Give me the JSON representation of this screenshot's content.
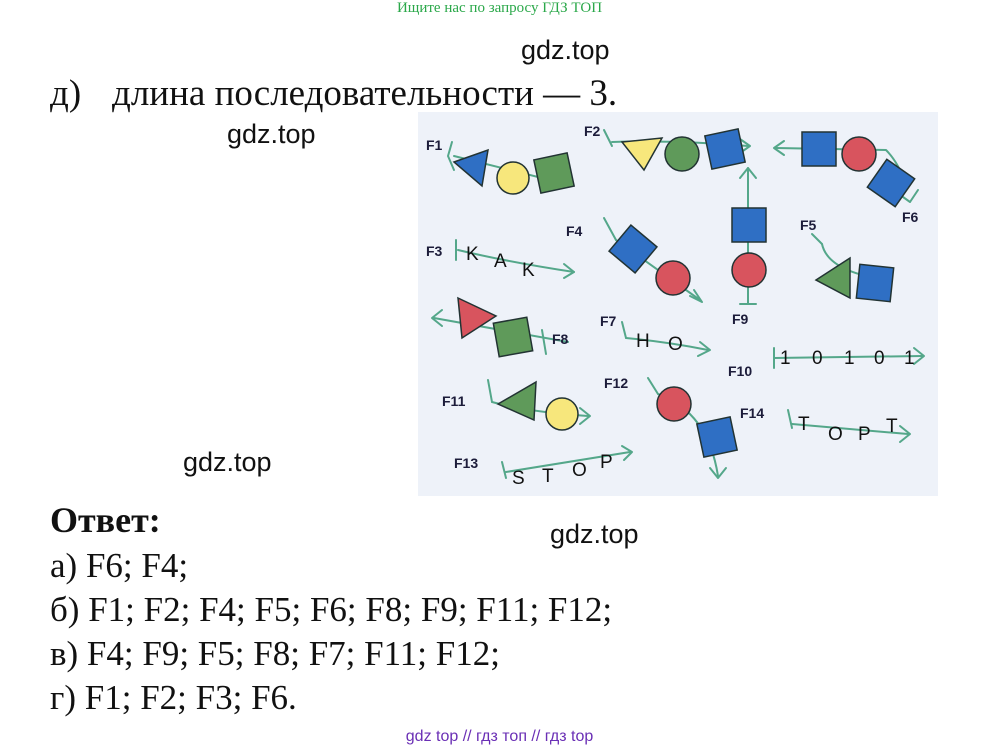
{
  "top_banner": "Ищите нас по запросу ГДЗ ТОП",
  "watermarks": [
    "gdz.top",
    "gdz.top",
    "gdz.top",
    "gdz.top"
  ],
  "task": {
    "letter": "д)",
    "text": "длина последовательности — 3."
  },
  "answer_title": "Ответ:",
  "answers": [
    "а) F6; F4;",
    "б) F1; F2; F4; F5; F6; F8; F9; F11; F12;",
    "в) F4; F9; F5; F8; F7; F11; F12;",
    "г) F1; F2; F3; F6."
  ],
  "footer": "gdz top  //  гдз топ  //  гдз top",
  "figure": {
    "labels": {
      "f1": "F1",
      "f2": "F2",
      "f3": "F3",
      "f4": "F4",
      "f5": "F5",
      "f6": "F6",
      "f7": "F7",
      "f8": "F8",
      "f9": "F9",
      "f10": "F10",
      "f11": "F11",
      "f12": "F12",
      "f13": "F13",
      "f14": "F14"
    },
    "sequences": {
      "f3": [
        "K",
        "A",
        "K"
      ],
      "f7": [
        "H",
        "O"
      ],
      "f10": [
        "1",
        "0",
        "1",
        "0",
        "1"
      ],
      "f13": [
        "S",
        "T",
        "O",
        "P"
      ],
      "f14": [
        "T",
        "O",
        "P",
        "T"
      ]
    },
    "colors": {
      "blue": "#2f6fc4",
      "green": "#5f9a5a",
      "red": "#d8545e",
      "yellow": "#f7e77c",
      "arrow": "#54a78a"
    }
  }
}
